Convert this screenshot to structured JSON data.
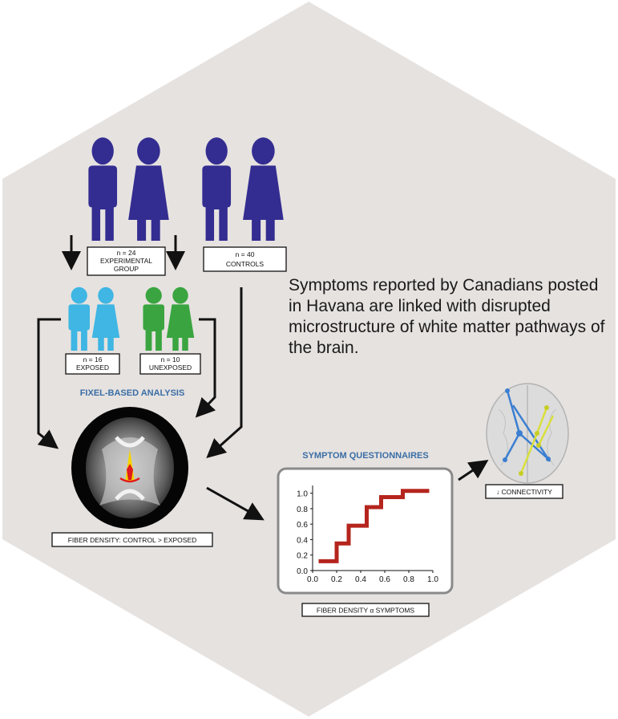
{
  "headline": "Symptoms reported by Canadians posted in Havana are linked with disrupted microstructure of white matter pathways of the brain.",
  "groups": {
    "experimental": {
      "line1": "n = 24",
      "line2": "EXPERIMENTAL",
      "line3": "GROUP"
    },
    "controls": {
      "line1": "n = 40",
      "line2": "CONTROLS"
    },
    "exposed": {
      "line1": "n = 16",
      "line2": "EXPOSED"
    },
    "unexposed": {
      "line1": "n = 10",
      "line2": "UNEXPOSED"
    }
  },
  "labels": {
    "fixel_analysis": "FIXEL-BASED ANALYSIS",
    "fiber_density_compare": "FIBER DENSITY: CONTROL > EXPOSED",
    "symptom_questionnaires": "SYMPTOM QUESTIONNAIRES",
    "fiber_density_symptoms": "FIBER DENSITY α SYMPTOMS",
    "connectivity": "↓ CONNECTIVITY"
  },
  "colors": {
    "background_hexagon": "#e6e2e0",
    "experimental_people": "#332d91",
    "exposed_people": "#3fb6e3",
    "unexposed_people": "#3aa540",
    "step_line": "#b5251d",
    "title_blue": "#3a6ea5"
  },
  "chart_data": {
    "type": "line",
    "x": [
      0.05,
      0.2,
      0.2,
      0.3,
      0.3,
      0.45,
      0.45,
      0.57,
      0.57,
      0.75,
      0.75,
      0.97
    ],
    "y": [
      0.12,
      0.12,
      0.35,
      0.35,
      0.58,
      0.58,
      0.82,
      0.82,
      0.95,
      0.95,
      1.03,
      1.03
    ],
    "xticks": [
      "0.0",
      "0.2",
      "0.4",
      "0.6",
      "0.8",
      "1.0"
    ],
    "yticks": [
      "0.0",
      "0.2",
      "0.4",
      "0.6",
      "0.8",
      "1.0"
    ],
    "xlim": [
      0,
      1
    ],
    "ylim": [
      0,
      1.1
    ],
    "grid": false
  }
}
